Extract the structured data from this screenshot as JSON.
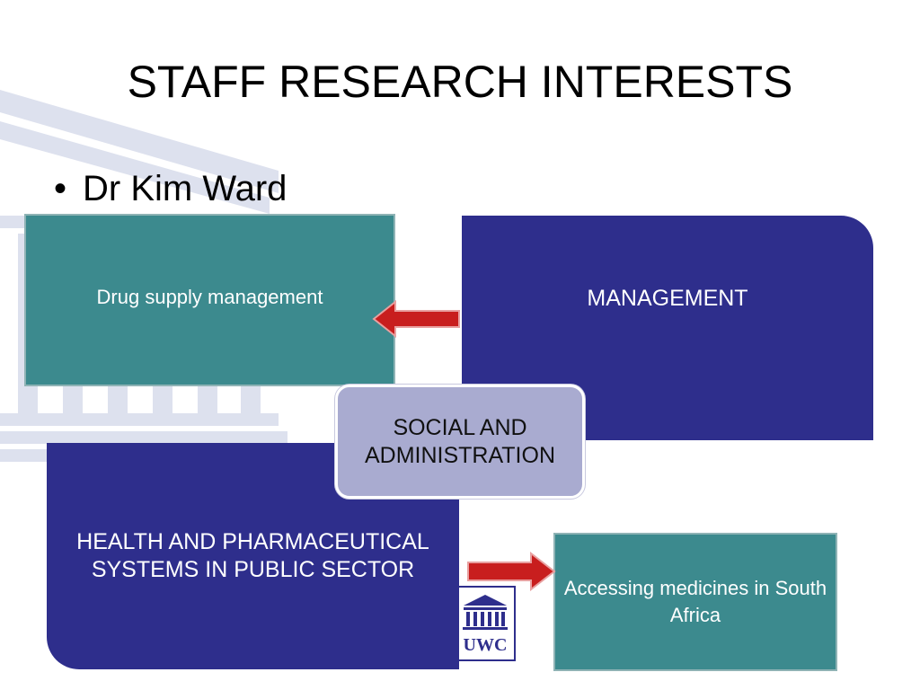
{
  "slide": {
    "title": "STAFF RESEARCH INTERESTS",
    "bullet": "Dr Kim Ward"
  },
  "diagram": {
    "drug_supply": "Drug supply management",
    "management": "MANAGEMENT",
    "social_admin": "SOCIAL AND ADMINISTRATION",
    "health_systems": "HEALTH AND PHARMACEUTICAL SYSTEMS IN PUBLIC SECTOR",
    "access_medicines": "Accessing medicines in South Africa"
  },
  "logo": {
    "text": "UWC"
  },
  "colors": {
    "teal": "#3c8a8e",
    "navy": "#2e2e8c",
    "lavender": "#a9abd0",
    "arrow_red": "#c81e1e"
  }
}
